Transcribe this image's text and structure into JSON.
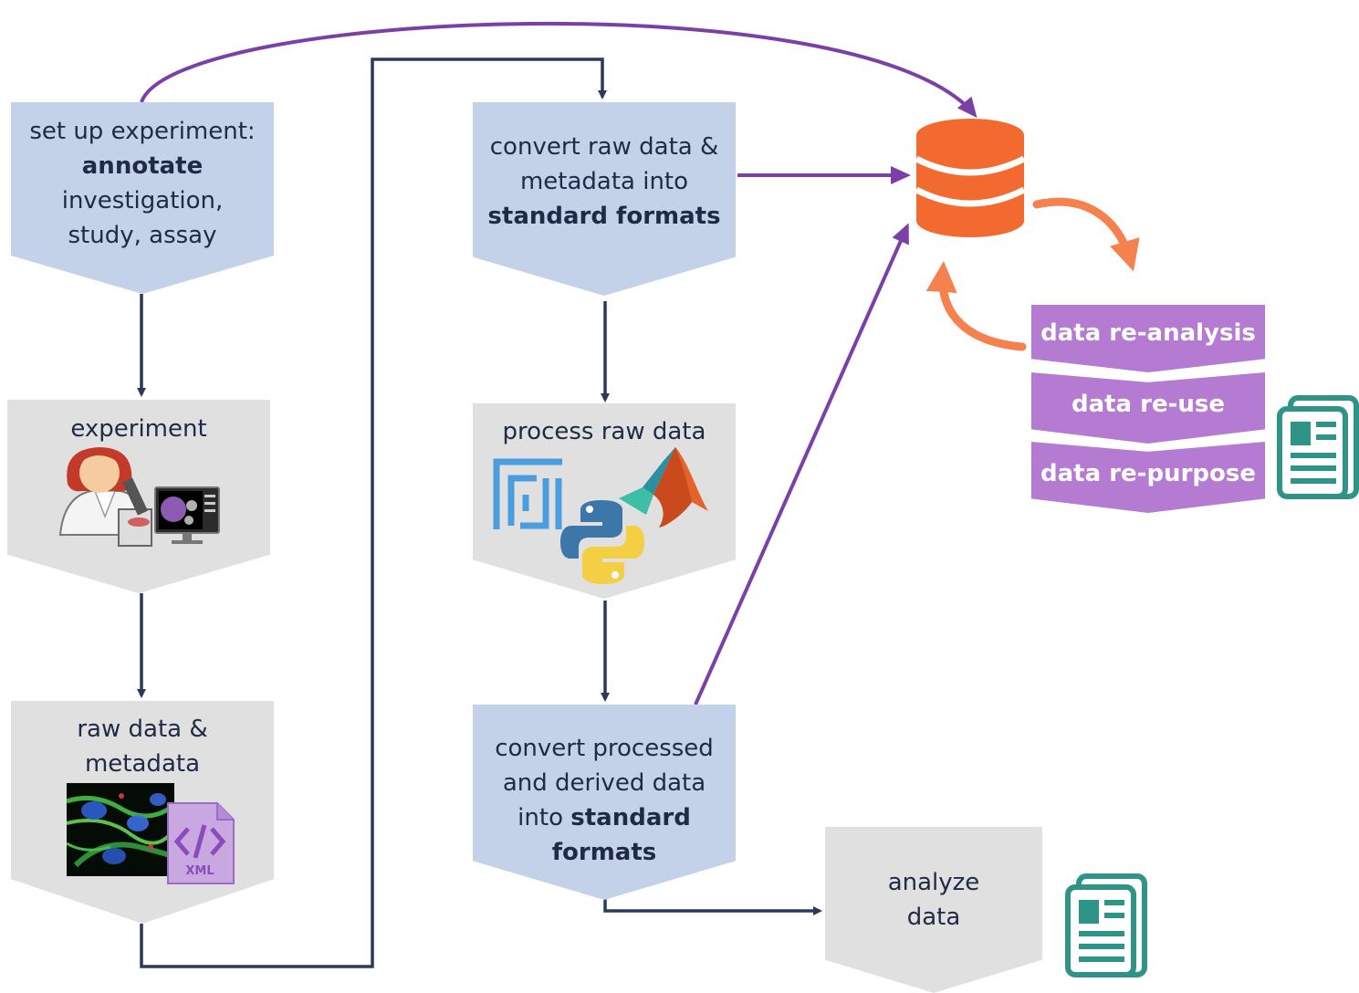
{
  "steps": {
    "setup": {
      "line1": "set up experiment:",
      "line2": "annotate",
      "line3": "investigation,",
      "line4": "study, assay"
    },
    "experiment": {
      "label": "experiment"
    },
    "raw_data": {
      "line1": "raw data &",
      "line2": "metadata",
      "file_badge": "XML"
    },
    "convert_raw": {
      "line1": "convert raw data &",
      "line2": "metadata into",
      "line3": "standard formats"
    },
    "process": {
      "label": "process raw data"
    },
    "convert_processed": {
      "line1": "convert processed",
      "line2": "and derived data",
      "line3a": "into ",
      "line3b": "standard",
      "line4": "formats"
    },
    "analyze": {
      "line1": "analyze",
      "line2": "data"
    }
  },
  "reuse": {
    "items": [
      "data re-analysis",
      "data re-use",
      "data re-purpose"
    ]
  },
  "colors": {
    "blue_box": "#c3d1e9",
    "grey_box": "#e0e0e0",
    "flow_arrow": "#2b3a5c",
    "repository_arrow": "#7b3fa7",
    "database": "#f26a30",
    "reuse_box": "#b57ad1",
    "document_icon": "#2e9488"
  },
  "icons": [
    "database-icon",
    "scientist-microscope-icon",
    "microscopy-image-icon",
    "xml-file-icon",
    "fiji-logo-icon",
    "python-logo-icon",
    "matlab-logo-icon",
    "document-icon"
  ]
}
